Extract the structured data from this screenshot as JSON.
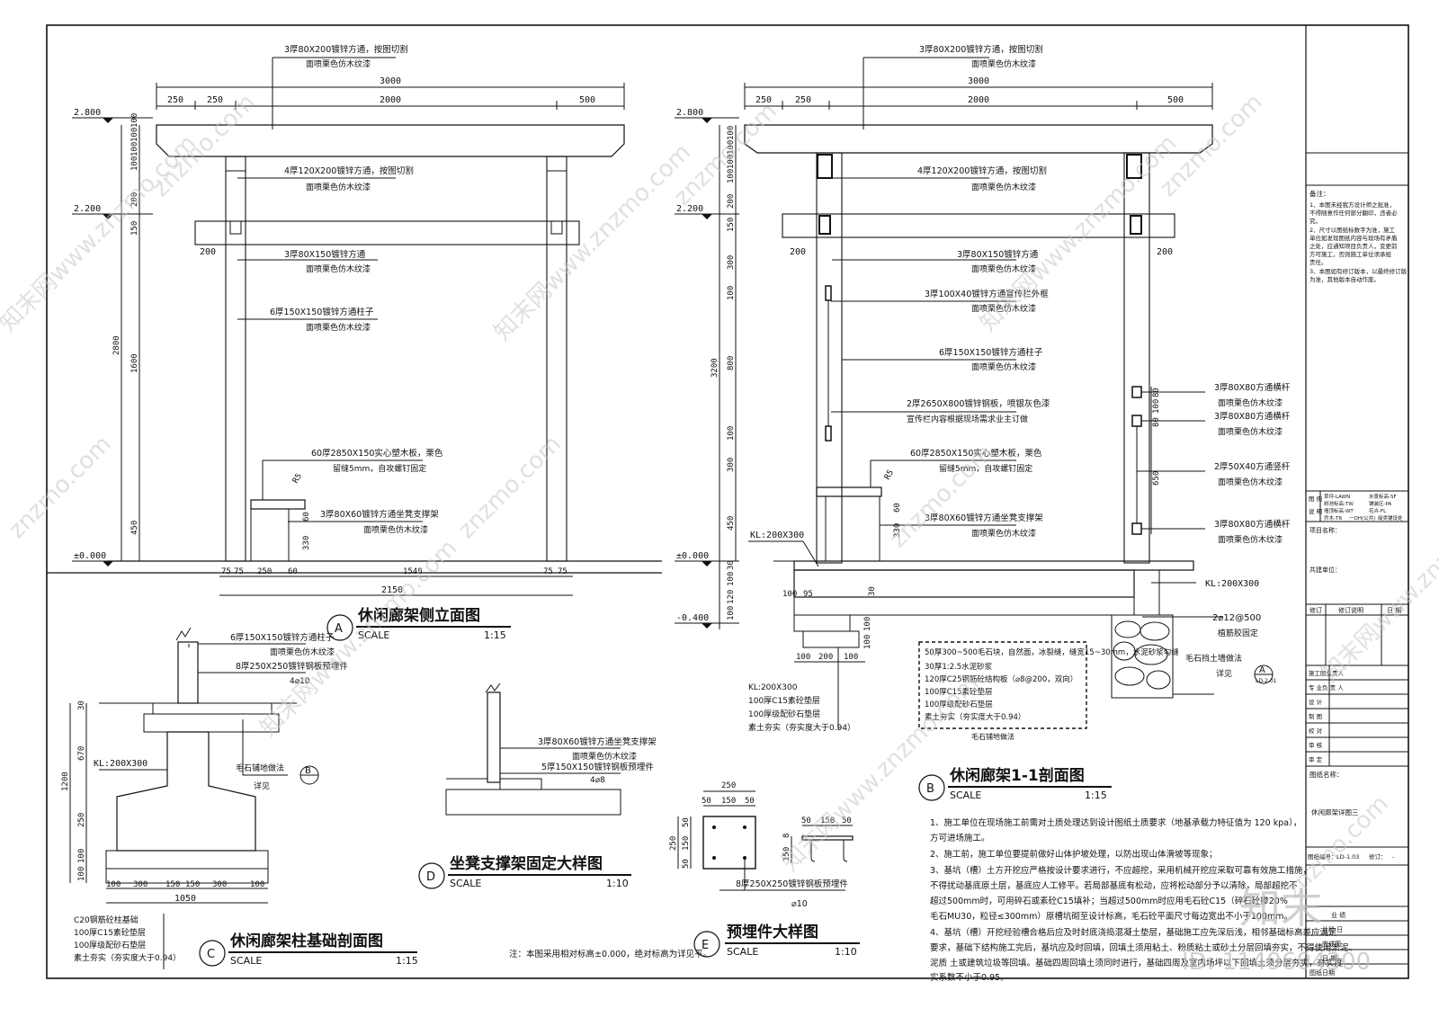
{
  "titles": {
    "a": {
      "letter": "A",
      "name": "休闲廊架侧立面图",
      "scale_word": "SCALE",
      "scale": "1:15"
    },
    "b": {
      "letter": "B",
      "name": "休闲廊架1-1剖面图",
      "scale_word": "SCALE",
      "scale": "1:15"
    },
    "c": {
      "letter": "C",
      "name": "休闲廊架柱基础剖面图",
      "scale_word": "SCALE",
      "scale": "1:15"
    },
    "d": {
      "letter": "D",
      "name": "坐凳支撑架固定大样图",
      "scale_word": "SCALE",
      "scale": "1:10"
    },
    "e": {
      "letter": "E",
      "name": "预埋件大样图",
      "scale_word": "SCALE",
      "scale": "1:10"
    }
  },
  "view_a": {
    "levels": [
      "2.800",
      "2.200",
      "±0.000"
    ],
    "dims_top": [
      "250",
      "250",
      "2000",
      "500",
      "3000"
    ],
    "dims_left": [
      "100",
      "100",
      "100",
      "100",
      "200",
      "150",
      "1600",
      "450",
      "2800"
    ],
    "dims_bottom": [
      "75",
      "75",
      "250",
      "60",
      "1540",
      "75",
      "75",
      "2150"
    ],
    "dim_200": "200",
    "r5": "R5",
    "dim_60": "60",
    "dim_330": "330",
    "labels": [
      {
        "l1": "3厚80X200镀锌方通，按图切割",
        "l2": "面喷栗色仿木纹漆"
      },
      {
        "l1": "4厚120X200镀锌方通，按图切割",
        "l2": "面喷栗色仿木纹漆"
      },
      {
        "l1": "3厚80X150镀锌方通",
        "l2": "面喷栗色仿木纹漆"
      },
      {
        "l1": "6厚150X150镀锌方通柱子",
        "l2": "面喷栗色仿木纹漆"
      },
      {
        "l1": "60厚2850X150实心塑木板，栗色",
        "l2": "留缝5mm，自攻螺钉固定"
      },
      {
        "l1": "3厚80X60镀锌方通坐凳支撑架",
        "l2": "面喷栗色仿木纹漆"
      }
    ]
  },
  "view_b": {
    "levels": [
      "2.800",
      "2.200",
      "±0.000",
      "-0.400"
    ],
    "dims_top": [
      "250",
      "250",
      "2000",
      "500",
      "3000"
    ],
    "dims_left": [
      "100",
      "100",
      "100",
      "100",
      "200",
      "150",
      "300",
      "100",
      "800",
      "100",
      "300",
      "450",
      "3200"
    ],
    "dims_bottom_left": [
      "30",
      "100",
      "120",
      "100",
      "100",
      "100"
    ],
    "dims_bottom": [
      "100",
      "200",
      "100"
    ],
    "dims_small": [
      "100",
      "95",
      "30"
    ],
    "dims_right": [
      "80",
      "100",
      "80",
      "650"
    ],
    "dim_200l": "200",
    "dim_200r": "200",
    "r5": "R5",
    "dim_60": "60",
    "dim_330": "330",
    "kl_left": "KL:200X300",
    "kl_right": "KL:200X300",
    "rebar": "2⌀12@500",
    "rebar_note": "植筋胶固定",
    "stone_note": "毛石挡土墙做法",
    "stone_ref": "详见",
    "stone_ref_a": "A",
    "stone_ref_code": "LD-2.01",
    "labels": [
      {
        "l1": "3厚80X200镀锌方通，按图切割",
        "l2": "面喷栗色仿木纹漆"
      },
      {
        "l1": "4厚120X200镀锌方通，按图切割",
        "l2": "面喷栗色仿木纹漆"
      },
      {
        "l1": "3厚80X150镀锌方通",
        "l2": "面喷栗色仿木纹漆"
      },
      {
        "l1": "3厚100X40镀锌方通宣传栏外框",
        "l2": "面喷栗色仿木纹漆"
      },
      {
        "l1": "6厚150X150镀锌方通柱子",
        "l2": "面喷栗色仿木纹漆"
      },
      {
        "l1": "2厚2650X800镀锌钢板，喷银灰色漆",
        "l2": "宣传栏内容根据现场需求业主订做"
      },
      {
        "l1": "60厚2850X150实心塑木板，栗色",
        "l2": "留缝5mm，自攻螺钉固定"
      },
      {
        "l1": "3厚80X60镀锌方通坐凳支撑架",
        "l2": "面喷栗色仿木纹漆"
      }
    ],
    "labels_right": [
      {
        "l1": "3厚80X80方通横杆",
        "l2": "面喷栗色仿木纹漆"
      },
      {
        "l1": "3厚80X80方通横杆",
        "l2": "面喷栗色仿木纹漆"
      },
      {
        "l1": "2厚50X40方通竖杆",
        "l2": "面喷栗色仿木纹漆"
      },
      {
        "l1": "3厚80X80方通横杆",
        "l2": "面喷栗色仿木纹漆"
      }
    ],
    "layers_box": [
      "50厚300~500毛石块，自然面，冰裂缝，缝宽15~30mm，水泥砂浆勾缝",
      "30厚1:2.5水泥砂浆",
      "120厚C25钢筋砼结构板（⌀8@200，双向）",
      "100厚C15素砼垫层",
      "100厚级配砂石垫层",
      "素土夯实（夯实度大于0.94）"
    ],
    "layers_box_title": "毛石铺地做法",
    "layers_left": [
      "KL:200X300",
      "100厚C15素砼垫层",
      "100厚级配砂石垫层",
      "素土夯实（夯实度大于0.94）"
    ]
  },
  "view_c": {
    "labels": [
      {
        "l1": "6厚150X150镀锌方通柱子",
        "l2": "面喷栗色仿木纹漆"
      },
      {
        "l1": "8厚250X250镀锌钢板预埋件",
        "l2": "4⌀10"
      }
    ],
    "kl": "KL:200X300",
    "stone_note": "毛石铺地做法",
    "stone_ref": "详见",
    "stone_ref_b": "B",
    "dims_left": [
      "30",
      "670",
      "250",
      "100",
      "100",
      "1200"
    ],
    "dims_bottom": [
      "100",
      "300",
      "150",
      "150",
      "300",
      "100",
      "1050"
    ],
    "layers": [
      "C20钢筋砼柱基础",
      "100厚C15素砼垫层",
      "100厚级配砂石垫层",
      "素土夯实（夯实度大于0.94）"
    ]
  },
  "view_d": {
    "labels": [
      {
        "l1": "3厚80X60镀锌方通坐凳支撑架",
        "l2": "面喷栗色仿木纹漆"
      },
      {
        "l1": "5厚150X150镀锌钢板预埋件",
        "l2": "4⌀8"
      }
    ]
  },
  "view_e": {
    "dims_top": [
      "250",
      "50",
      "150",
      "50"
    ],
    "dims_left": [
      "250",
      "50",
      "150",
      "50"
    ],
    "label": "8厚250X250镀锌钢板预埋件",
    "bar": "⌀10",
    "side_dims": [
      "50",
      "150",
      "50",
      "150",
      "8"
    ]
  },
  "notes": {
    "datum": "注：本图采用相对标高±0.000，绝对标高为详见平。",
    "items": [
      "1、施工单位在现场施工前需对土质处理达到设计图纸土质要求（地基承载力特征值为 120 kpa），",
      "    方可进场施工。",
      "2、施工前，施工单位要提前做好山体护坡处理，以防出现山体滑坡等现象；",
      "3、基坑（槽）土方开挖应严格按设计要求进行，不应超挖，采用机械开挖应采取可靠有效施工措施，",
      "    不得扰动基底原土层，基底应人工修平。若局部基底有松动，应将松动部分予以清除，局部超挖不",
      "    超过500mm时，可用碎石或素砼C15填补；当超过500mm时应用毛石砼C15（碎石砼掺20%",
      "    毛石MU30，粒径≤300mm）原槽坑砌至设计标高，毛石砼平面尺寸每边宽出不小于100mm。",
      "4、基坑（槽）开挖经验槽合格后应及时封底浇捣混凝土垫层，基础施工应先深后浅，相邻基础标高差应满足",
      "    要求，基础下结构施工完后，基坑应及时回填，回填土须用粘土、粉质粘土或砂土分层回填夯实，不得使用淤泥、",
      "    泥质  土或建筑垃圾等回填。基础四周回填土须同时进行，基础四周及室内场坪以下回填土须分层夯实，夯实度",
      "    实系数不小于0.95。"
    ]
  },
  "title_block": {
    "remarks_title": "备注：",
    "remarks": [
      "1、本图未经我方设计师之批准，",
      "不得随意作任何部分翻印，违者必",
      "究。",
      "2、尺寸以图纸标数字为准，施工",
      "单位如发现图纸内容与现场有矛盾",
      "之处，应通知项目负责人，变更前",
      "方可施工，否则施工单位须承担",
      "责任。",
      "3、本图如有修订版本，以最终修订版",
      "为准，其他版本自动作废。"
    ],
    "legend_label": [
      "图 例",
      "说 明"
    ],
    "legend_items": [
      "草坪-LAWN",
      "水景标高-SF",
      "树池标高-TW",
      "铺装区-PA",
      "墙顶标高-WT",
      "花卉-FL",
      "乔木-TR",
      "一OH(公共)",
      "级类铺设处"
    ],
    "project_name": "项目名称：",
    "client": "共建单位：",
    "rev_headers": [
      "修订",
      "修订说明",
      "日 期"
    ],
    "roles": [
      "施工图负责人",
      "专 业负 责 人",
      "设 计",
      "制 图",
      "校 对",
      "审 核",
      "审 定"
    ],
    "drawing_name_label": "图纸名称：",
    "drawing_name": "休闲廊架详图三",
    "drawing_no_label": "图纸编号：",
    "drawing_no": "LD-1.03",
    "revision_label": "修订：",
    "revision": "-",
    "bottom_rows": [
      "业 绩",
      "计段   日",
      "完成图",
      "日   期",
      "图纸日期"
    ]
  },
  "watermark": {
    "site": "znzmo.com",
    "cn": "知末网www.znzmo.com",
    "logo": "知末",
    "id": "ID: 1149604300"
  }
}
